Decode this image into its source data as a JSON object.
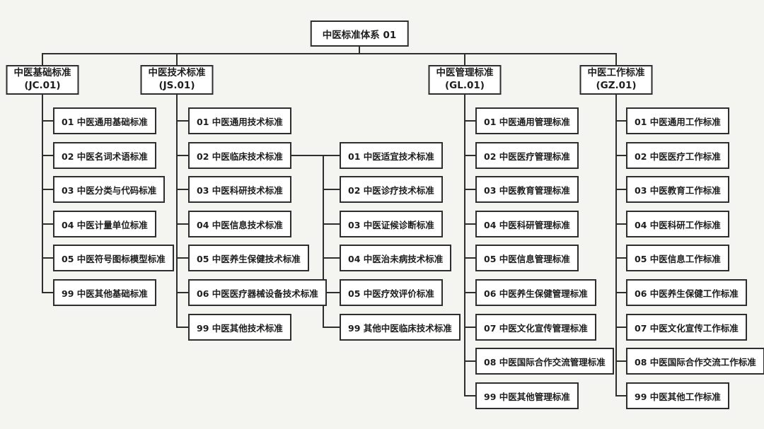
{
  "root": {
    "label": "中医标准体系 01"
  },
  "branches": [
    {
      "title": "中医基础标准",
      "code": "(JC.01)",
      "children": [
        {
          "label": "01 中医通用基础标准"
        },
        {
          "label": "02 中医名词术语标准"
        },
        {
          "label": "03 中医分类与代码标准"
        },
        {
          "label": "04 中医计量单位标准"
        },
        {
          "label": "05 中医符号图标模型标准"
        },
        {
          "label": "99 中医其他基础标准"
        }
      ]
    },
    {
      "title": "中医技术标准",
      "code": "(JS.01)",
      "children": [
        {
          "label": "01 中医通用技术标准"
        },
        {
          "label": "02 中医临床技术标准",
          "children": [
            {
              "label": "01 中医适宜技术标准"
            },
            {
              "label": "02 中医诊疗技术标准"
            },
            {
              "label": "03 中医证候诊断标准"
            },
            {
              "label": "04 中医治未病技术标准"
            },
            {
              "label": "05 中医疗效评价标准"
            },
            {
              "label": "99 其他中医临床技术标准"
            }
          ]
        },
        {
          "label": "03 中医科研技术标准"
        },
        {
          "label": "04 中医信息技术标准"
        },
        {
          "label": "05 中医养生保健技术标准"
        },
        {
          "label": "06 中医医疗器械设备技术标准"
        },
        {
          "label": "99 中医其他技术标准"
        }
      ]
    },
    {
      "title": "中医管理标准",
      "code": "(GL.01)",
      "children": [
        {
          "label": "01 中医通用管理标准"
        },
        {
          "label": "02 中医医疗管理标准"
        },
        {
          "label": "03 中医教育管理标准"
        },
        {
          "label": "04 中医科研管理标准"
        },
        {
          "label": "05 中医信息管理标准"
        },
        {
          "label": "06 中医养生保健管理标准"
        },
        {
          "label": "07 中医文化宣传管理标准"
        },
        {
          "label": "08 中医国际合作交流管理标准"
        },
        {
          "label": "99 中医其他管理标准"
        }
      ]
    },
    {
      "title": "中医工作标准",
      "code": "(GZ.01)",
      "children": [
        {
          "label": "01 中医通用工作标准"
        },
        {
          "label": "02 中医医疗工作标准"
        },
        {
          "label": "03 中医教育工作标准"
        },
        {
          "label": "04 中医科研工作标准"
        },
        {
          "label": "05 中医信息工作标准"
        },
        {
          "label": "06 中医养生保健工作标准"
        },
        {
          "label": "07 中医文化宣传工作标准"
        },
        {
          "label": "08 中医国际合作交流工作标准"
        },
        {
          "label": "99 中医其他工作标准"
        }
      ]
    }
  ],
  "colors": {
    "line": "#2e2e2e",
    "box_border": "#2e2e2e",
    "box_bg": "#ffffff",
    "canvas_bg": "#f4f4f1",
    "text": "#1d1d1d"
  }
}
